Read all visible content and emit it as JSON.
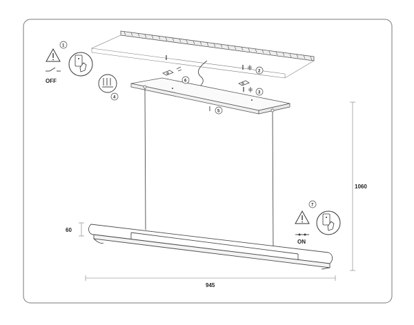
{
  "diagram": {
    "dimensions": {
      "height": "1060",
      "width": "945",
      "profile": "60"
    },
    "steps": [
      "1",
      "2",
      "3",
      "4",
      "5",
      "6",
      "7"
    ],
    "power_states": {
      "off": "OFF",
      "on": "ON"
    },
    "icons": {
      "warning": "warning-triangle-icon",
      "switch": "switch-hand-icon",
      "screws": "screw-icon",
      "dowels": "dowel-icon"
    },
    "colors": {
      "frame": "#777777",
      "line": "#4a4a4a",
      "ceiling_hatch": "#555555"
    }
  }
}
